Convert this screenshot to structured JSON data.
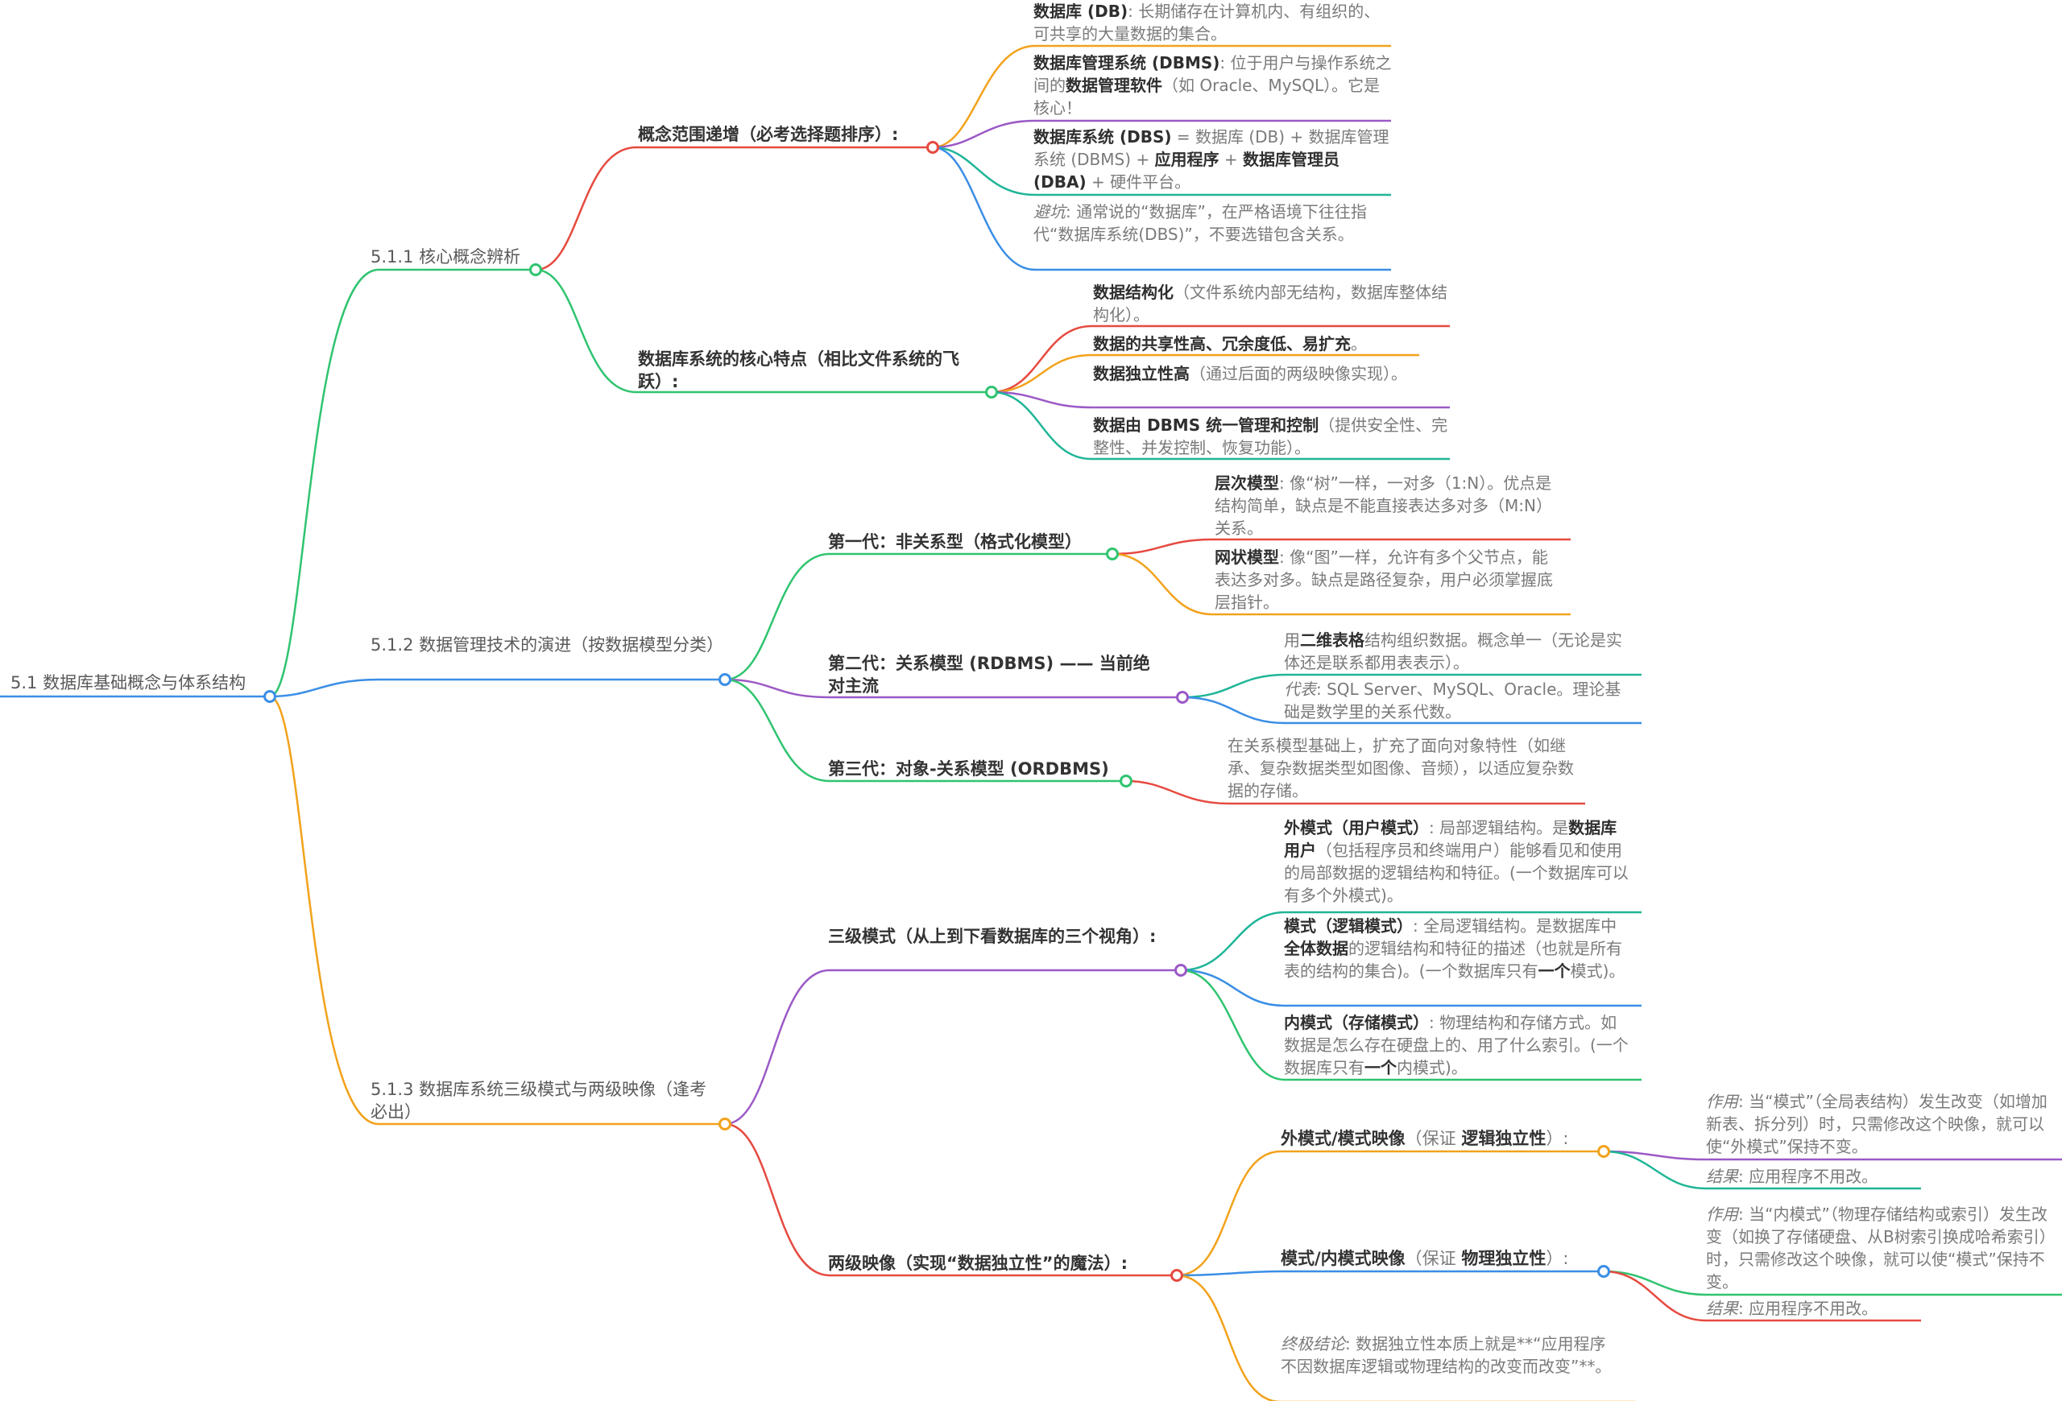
{
  "colors": {
    "blue": "#3a8ee6",
    "green": "#2fc46f",
    "orange": "#f2a21b",
    "red": "#e64a40",
    "purple": "#9b59c6",
    "teal": "#1fb597"
  },
  "root": {
    "label": "5.1 数据库基础概念与体系结构"
  },
  "sections": [
    {
      "label": "5.1.1 核心概念辨析",
      "children": [
        {
          "label": "概念范围递增（必考选择题排序）:",
          "leaves": [
            {
              "bold": "数据库 (DB)",
              "text": ": 长期储存在计算机内、有组织的、可共享的大量数据的集合。"
            },
            {
              "bold": "数据库管理系统 (DBMS)",
              "text": ": 位于用户与操作系统之间的",
              "bold2": "数据管理软件",
              "text2": "（如 Oracle、MySQL）。它是核心！"
            },
            {
              "bold": "数据库系统 (DBS)",
              "text": " = 数据库 (DB) + 数据库管理系统 (DBMS) + ",
              "bold2": "应用程序",
              "text2": " + ",
              "bold3": "数据库管理员 (DBA)",
              "text3": " + 硬件平台。"
            },
            {
              "italic": "避坑",
              "text": ": 通常说的“数据库”，在严格语境下往往指代“数据库系统(DBS)”，不要选错包含关系。"
            }
          ]
        },
        {
          "label": "数据库系统的核心特点（相比文件系统的飞跃）:",
          "leaves": [
            {
              "bold": "数据结构化",
              "text": "（文件系统内部无结构，数据库整体结构化）。"
            },
            {
              "bold": "数据的共享性高、冗余度低、易扩充",
              "text": "。"
            },
            {
              "bold": "数据独立性高",
              "text": "（通过后面的两级映像实现）。"
            },
            {
              "bold": "数据由 DBMS 统一管理和控制",
              "text": "（提供安全性、完整性、并发控制、恢复功能）。"
            }
          ]
        }
      ]
    },
    {
      "label": "5.1.2 数据管理技术的演进（按数据模型分类）",
      "children": [
        {
          "label": "第一代：非关系型（格式化模型）",
          "leaves": [
            {
              "bold": "层次模型",
              "text": ": 像“树”一样，一对多（1:N）。优点是结构简单，缺点是不能直接表达多对多（M:N）关系。"
            },
            {
              "bold": "网状模型",
              "text": ": 像“图”一样，允许有多个父节点，能表达多对多。缺点是路径复杂，用户必须掌握底层指针。"
            }
          ]
        },
        {
          "label": "第二代：关系模型 (RDBMS) —— 当前绝对主流",
          "leaves": [
            {
              "pre": "用",
              "bold": "二维表格",
              "text": "结构组织数据。概念单一（无论是实体还是联系都用表表示）。"
            },
            {
              "italic": "代表",
              "text": ": SQL Server、MySQL、Oracle。理论基础是数学里的关系代数。"
            }
          ]
        },
        {
          "label": "第三代：对象-关系模型 (ORDBMS)",
          "leaves": [
            {
              "text": "在关系模型基础上，扩充了面向对象特性（如继承、复杂数据类型如图像、音频），以适应复杂数据的存储。"
            }
          ]
        }
      ]
    },
    {
      "label": "5.1.3 数据库系统三级模式与两级映像（逢考必出）",
      "children": [
        {
          "label": "三级模式（从上到下看数据库的三个视角）:",
          "leaves": [
            {
              "bold": "外模式（用户模式）",
              "text": ": 局部逻辑结构。是",
              "bold2": "数据库用户",
              "text2": "（包括程序员和终端用户）能够看见和使用的局部数据的逻辑结构和特征。(一个数据库可以有多个外模式)。"
            },
            {
              "bold": "模式（逻辑模式）",
              "text": ": 全局逻辑结构。是数据库中",
              "bold2": "全体数据",
              "text2": "的逻辑结构和特征的描述（也就是所有表的结构的集合)。(一个数据库只有",
              "bold3": "一个",
              "text3": "模式)。"
            },
            {
              "bold": "内模式（存储模式）",
              "text": ": 物理结构和存储方式。如数据是怎么存在硬盘上的、用了什么索引。(一个数据库只有",
              "bold2": "一个",
              "text2": "内模式)。"
            }
          ]
        },
        {
          "label": "两级映像（实现“数据独立性”的魔法）:",
          "children": [
            {
              "bold": "外模式/模式映像",
              "pre": "（保证 ",
              "bold2": "逻辑独立性",
              "post": "）:",
              "leaves": [
                {
                  "italic": "作用",
                  "text": ": 当“模式”（全局表结构）发生改变（如增加新表、拆分列）时，只需修改这个映像，就可以使“外模式”保持不变。"
                },
                {
                  "italic": "结果",
                  "text": ": 应用程序不用改。"
                }
              ]
            },
            {
              "bold": "模式/内模式映像",
              "pre": "（保证 ",
              "bold2": "物理独立性",
              "post": "）:",
              "leaves": [
                {
                  "italic": "作用",
                  "text": ": 当“内模式”（物理存储结构或索引）发生改变（如换了存储硬盘、从B树索引换成哈希索引）时，只需修改这个映像，就可以使“模式”保持不变。"
                },
                {
                  "italic": "结果",
                  "text": ": 应用程序不用改。"
                }
              ]
            }
          ],
          "conclusion": {
            "italic": "终极结论",
            "text": ": 数据独立性本质上就是**“应用程序不因数据库逻辑或物理结构的改变而改变”**。"
          }
        }
      ]
    }
  ]
}
